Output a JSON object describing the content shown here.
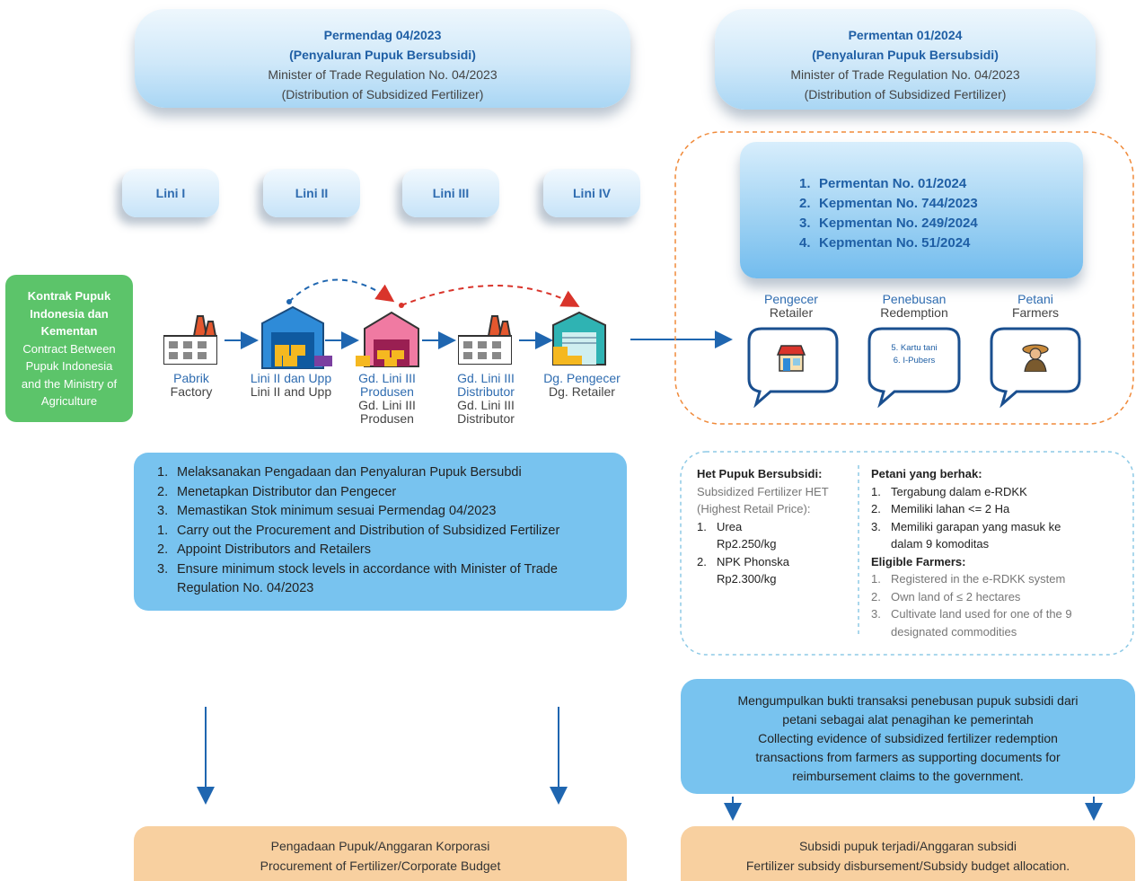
{
  "permendag": {
    "title1": "Permendag 04/2023",
    "title2": "(Penyaluran Pupuk Bersubsidi)",
    "sub1": "Minister of Trade Regulation No. 04/2023",
    "sub2": "(Distribution of Subsidized Fertilizer)"
  },
  "permentan": {
    "title1": "Permentan 01/2024",
    "title2": "(Penyaluran Pupuk Bersubsidi)",
    "sub1": "Minister of Trade Regulation No. 04/2023",
    "sub2": "(Distribution of Subsidized Fertilizer)"
  },
  "lini": [
    "Lini I",
    "Lini II",
    "Lini III",
    "Lini IV"
  ],
  "contract": {
    "bold": "Kontrak Pupuk Indonesia dan Kementan",
    "normal": "Contract Between Pupuk Indonesia and the Ministry of Agriculture"
  },
  "nodes": [
    {
      "blue": "Pabrik",
      "grey": "Factory"
    },
    {
      "blue": "Lini II dan Upp",
      "grey": "Lini II and Upp"
    },
    {
      "blue": "Gd. Lini III Produsen",
      "grey": "Gd. Lini III Produsen"
    },
    {
      "blue": "Gd. Lini III Distributor",
      "grey": "Gd. Lini III Distributor"
    },
    {
      "blue": "Dg. Pengecer",
      "grey": "Dg. Retailer"
    }
  ],
  "duties": [
    {
      "n": "1.",
      "t": "Melaksanakan Pengadaan dan Penyaluran Pupuk Bersubdi"
    },
    {
      "n": "2.",
      "t": "Menetapkan Distributor dan Pengecer"
    },
    {
      "n": "3.",
      "t": "Memastikan Stok minimum sesuai Permendag 04/2023"
    },
    {
      "n": "1.",
      "t": "Carry out the Procurement and Distribution of Subsidized Fertilizer"
    },
    {
      "n": "2.",
      "t": "Appoint Distributors and Retailers"
    },
    {
      "n": "3.",
      "t": "Ensure minimum stock levels in accordance with Minister of Trade Regulation No. 04/2023"
    }
  ],
  "regulations": [
    {
      "n": "1.",
      "t": "Permentan No. 01/2024"
    },
    {
      "n": "2.",
      "t": "Kepmentan No. 744/2023"
    },
    {
      "n": "3.",
      "t": "Kepmentan No. 249/2024"
    },
    {
      "n": "4.",
      "t": "Kepmentan No. 51/2024"
    }
  ],
  "actors": [
    {
      "blue": "Pengecer",
      "grey": "Retailer"
    },
    {
      "blue": "Penebusan",
      "grey": "Redemption"
    },
    {
      "blue": "Petani",
      "grey": "Farmers"
    }
  ],
  "redemption_items": [
    "5. Kartu tani",
    "6. I-Pubers"
  ],
  "het": {
    "title": "Het Pupuk Bersubsidi:",
    "sub": "Subsidized Fertilizer HET (Highest Retail Price):",
    "items": [
      {
        "n": "1.",
        "name": "Urea",
        "price": "Rp2.250/kg"
      },
      {
        "n": "2.",
        "name": "NPK Phonska",
        "price": "Rp2.300/kg"
      }
    ]
  },
  "eligible": {
    "title": "Petani yang berhak:",
    "items": [
      {
        "n": "1.",
        "t": "Tergabung dalam e-RDKK"
      },
      {
        "n": "2.",
        "t": "Memiliki lahan <= 2 Ha"
      },
      {
        "n": "3.",
        "t": "Memiliki garapan yang masuk ke dalam 9 komoditas"
      }
    ],
    "title_en": "Eligible Farmers:",
    "items_en": [
      {
        "n": "1.",
        "t": "Registered in the e-RDKK system"
      },
      {
        "n": "2.",
        "t": "Own land of ≤ 2 hectares"
      },
      {
        "n": "3.",
        "t": "Cultivate land used for one of the 9 designated commodities"
      }
    ]
  },
  "collect": {
    "l1": "Mengumpulkan bukti transaksi penebusan pupuk subsidi dari",
    "l2": "petani sebagai alat penagihan ke pemerintah",
    "l3": "Collecting evidence of subsidized fertilizer redemption",
    "l4": "transactions from farmers as supporting documents for",
    "l5": "reimbursement claims to the government."
  },
  "procurement": {
    "l1": "Pengadaan Pupuk/Anggaran Korporasi",
    "l2": "Procurement of Fertilizer/Corporate Budget"
  },
  "subsidy": {
    "l1": "Subsidi pupuk terjadi/Anggaran subsidi",
    "l2": "Fertilizer subsidy disbursement/Subsidy budget allocation."
  },
  "icons": [
    "factory-icon",
    "warehouse-icon",
    "warehouse-pink-icon",
    "factory-icon",
    "warehouse-teal-icon",
    "shop-icon",
    "farmer-icon"
  ],
  "colors": {
    "blue_title": "#1f5fa5",
    "green": "#5cc46a",
    "list_blue": "#78c3ef",
    "orange": "#f8d0a0",
    "dashed_orange": "#f08a3a",
    "dashed_blue": "#8ecae6",
    "arrow_blue": "#1f66b0",
    "arrow_red": "#d9342b"
  }
}
